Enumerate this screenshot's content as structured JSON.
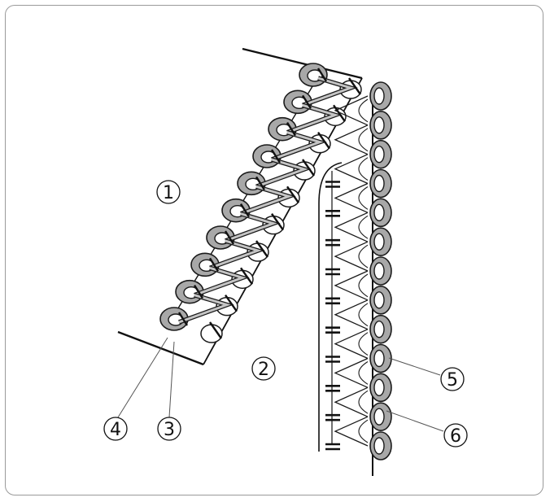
{
  "callouts": [
    {
      "id": "1",
      "label": "1"
    },
    {
      "id": "2",
      "label": "2"
    },
    {
      "id": "3",
      "label": "3"
    },
    {
      "id": "4",
      "label": "4"
    },
    {
      "id": "5",
      "label": "5"
    },
    {
      "id": "6",
      "label": "6"
    }
  ],
  "colors": {
    "thread_fill": "#a8a8a8",
    "thread_outline": "#1a1a1a",
    "fabric_line": "#111111",
    "frame_border": "#9a9a9a"
  }
}
